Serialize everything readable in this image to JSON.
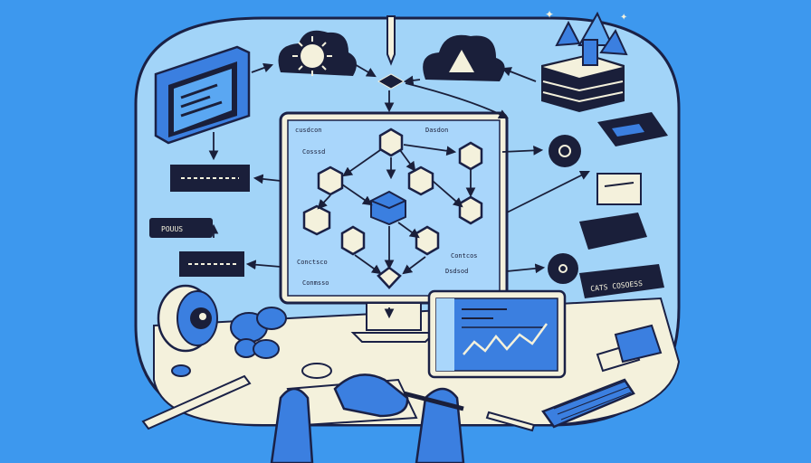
{
  "labels": {
    "board_top_left": "cusdcon",
    "board_top_left_2": "Cosssd",
    "board_top_right": "Dasdon",
    "board_bottom_left": "Conctsco",
    "board_bottom_left_2": "Conmsso",
    "board_bottom_right": "Contcos",
    "board_bottom_right_2": "Dsdsod",
    "left_tag": "POUUS",
    "right_tag": "CATS COSOESS"
  },
  "colors": {
    "background": "#3d98ee",
    "panel": "#9fd2f7",
    "panel_border": "#1a2146",
    "screen": "#a9d6fb",
    "dark": "#1a1f3a",
    "cream": "#f4f1dc",
    "accent_blue": "#3b7fe0"
  },
  "icons": [
    "sun-cloud-icon",
    "warning-cloud-icon",
    "crystal-stack-icon",
    "gear-icon",
    "camera-lens-icon",
    "keyboard-icon",
    "tablet-icon",
    "stylus-icon"
  ]
}
